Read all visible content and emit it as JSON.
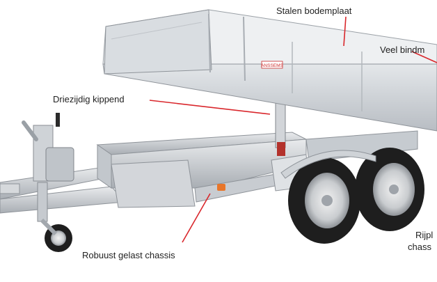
{
  "annotations": {
    "bottom_plate": "Stalen bodemplaat",
    "tie_downs": "Veel bindm",
    "tipper": "Driezijdig kippend",
    "chassis": "Robuust gelast chassis",
    "axle_line1": "Rijpl",
    "axle_line2": "chass"
  },
  "badge": {
    "brand": "ANSSEMS"
  },
  "colors": {
    "pointer": "#d9262b",
    "badge": "#cc2b2b",
    "aluminium": "#cfd3d8",
    "steel": "#bfc4c9",
    "tyre": "#1e1e1e"
  },
  "icons": [
    "trailer-illustration",
    "pointer-line",
    "wheel",
    "jockey-wheel",
    "hydraulic-cylinder",
    "brand-badge"
  ]
}
